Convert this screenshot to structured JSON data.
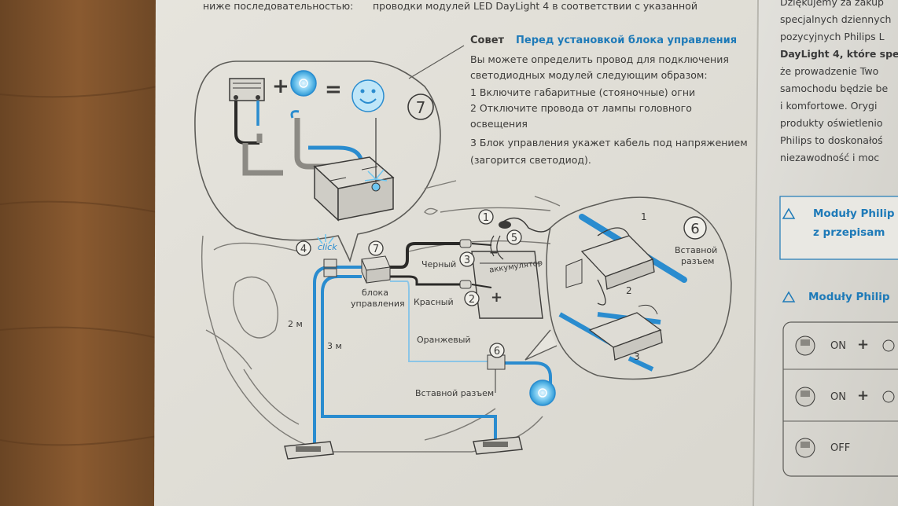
{
  "top_left_text": "ниже последовательностью:",
  "top_mid_text": "проводки модулей LED DayLight 4 в соответствии с указанной",
  "tip": {
    "prefix": "Совет",
    "title": "Перед установкой блока управления",
    "lines": [
      "Вы можете определить провод для подключения",
      "светодиодных модулей следующим образом:",
      "1 Включите габаритные (стояночные) огни",
      "2 Отключите провода от лампы головного",
      "освещения",
      "3 Блок управления укажет кабель под напряжением",
      "(загорится светодиод)."
    ]
  },
  "diagram_labels": {
    "num_7_inset": "7",
    "num_7_main": "7",
    "num_4": "4",
    "click": "click",
    "num_1": "1",
    "num_5": "5",
    "num_3": "3",
    "num_2": "2",
    "num_6_right": "6",
    "num_6_main": "6",
    "black": "Черный",
    "red": "Красный",
    "battery": "аккумулятор",
    "control_unit_1": "блока",
    "control_unit_2": "управления",
    "orange": "Оранжевый",
    "plug_connector": "Вставной разъем",
    "plug_connector_r1": "Вставной",
    "plug_connector_r2": "разъем",
    "len_2m": "2 м",
    "len_3m": "3 м",
    "plus": "+",
    "minus": "−",
    "equals": "=",
    "detail_1": "1",
    "detail_2": "2",
    "detail_3": "3"
  },
  "polish_page": {
    "lines": [
      "Dziękujemy za zakup",
      "specjalnych dziennych",
      "pozycyjnych Philips L",
      "DayLight 4, które spe",
      "że prowadzenie Two",
      "samochodu będzie be",
      "i komfortowe. Orygi",
      "produkty oświetlenio",
      "Philips to doskonałoś",
      "niezawodność i moc"
    ],
    "warning1_line1": "Moduły Philip",
    "warning1_line2": "z przepisam",
    "warning2": "Moduły Philip",
    "row_on_1": "ON",
    "row_on_2": "ON",
    "row_off": "OFF",
    "plus": "+"
  },
  "colors": {
    "wire_blue": "#2a8ccf",
    "led_blue": "#6ec6f0",
    "paper": "#e9e7e1",
    "ink": "#3b3a38",
    "accent": "#1e7ab8"
  }
}
